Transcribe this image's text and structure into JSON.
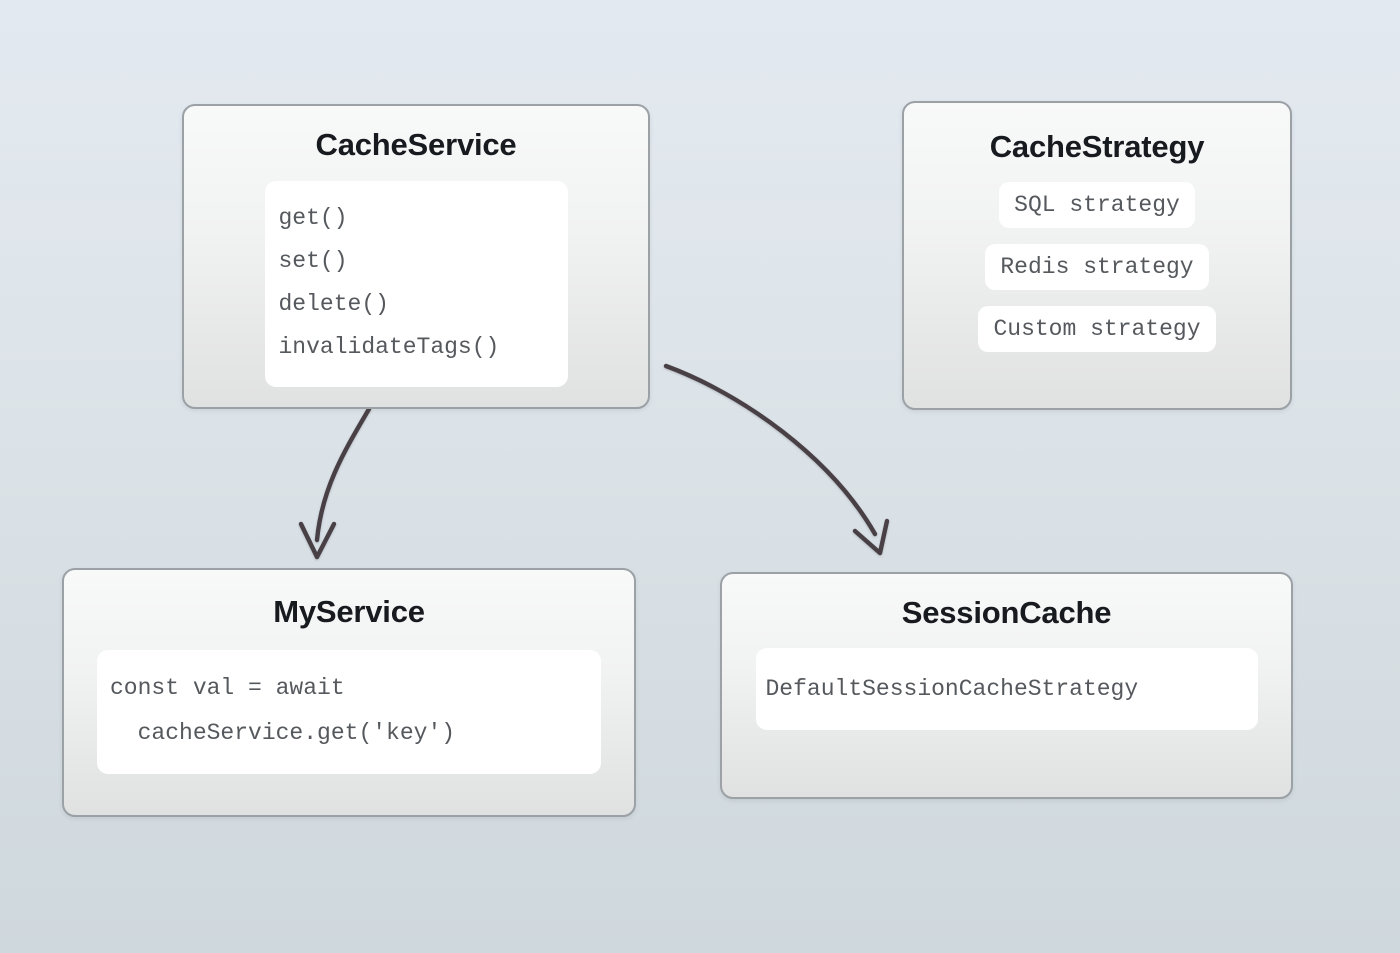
{
  "diagram": {
    "type": "architecture-diagram",
    "background_top_color": "#e3e9f0",
    "background_bottom_color": "#cfd8dd",
    "connector_color": "#4a4045",
    "card_border_color": "#9ba1a5",
    "title_color": "#171a1e",
    "code_text_color": "#55595d",
    "nodes": [
      {
        "id": "cache-service",
        "title": "CacheService",
        "code_lines": [
          "get()",
          "set()",
          "delete()",
          "invalidateTags()"
        ]
      },
      {
        "id": "cache-strategy",
        "title": "CacheStrategy",
        "pills": [
          "SQL strategy",
          "Redis strategy",
          "Custom strategy"
        ]
      },
      {
        "id": "my-service",
        "title": "MyService",
        "code_lines": [
          "const val = await",
          "  cacheService.get('key')"
        ]
      },
      {
        "id": "session-cache",
        "title": "SessionCache",
        "code_lines": [
          "DefaultSessionCacheStrategy"
        ]
      }
    ],
    "connectors": [
      {
        "id": "cache-service-to-cache-strategy",
        "kind": "line",
        "from": "cache-service",
        "to": "cache-strategy",
        "arrowhead": false
      },
      {
        "id": "cache-service-to-my-service",
        "kind": "curved-arrow",
        "from": "cache-service",
        "to": "my-service",
        "arrowhead": true
      },
      {
        "id": "cache-service-to-session-cache",
        "kind": "curved-arrow",
        "from": "cache-service",
        "to": "session-cache",
        "arrowhead": true
      }
    ]
  }
}
